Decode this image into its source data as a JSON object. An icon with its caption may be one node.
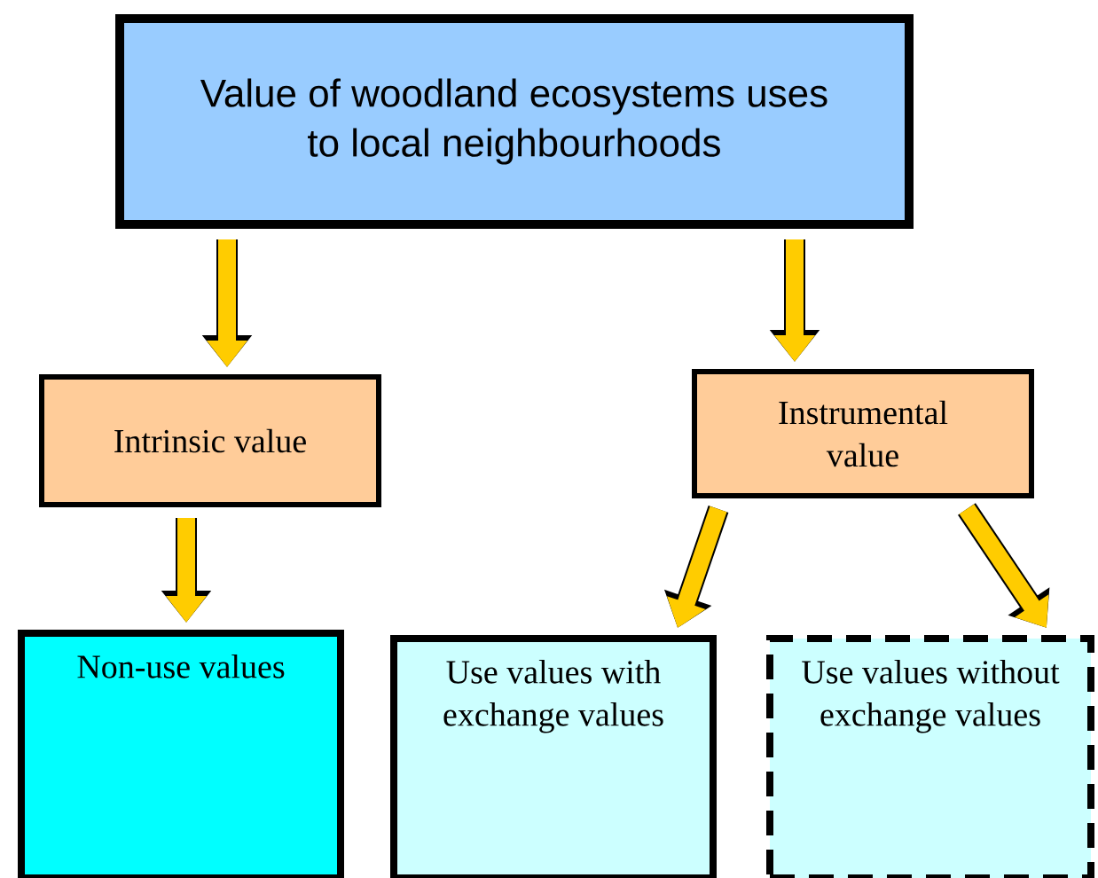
{
  "diagram": {
    "nodes": [
      {
        "text": [
          "Value of woodland ecosystems uses to local neighbourhoods"
        ]
      },
      {
        "text": [
          "Intrinsic value"
        ]
      },
      {
        "text": [
          "Instrumental value"
        ]
      },
      {
        "text": [
          "Non-use values"
        ]
      },
      {
        "text": [
          "Use values with exchange values"
        ]
      },
      {
        "text": [
          "Use values without exchange values"
        ]
      }
    ],
    "edges": [
      {
        "from": 0,
        "to": 1,
        "arrow": "to"
      },
      {
        "from": 0,
        "to": 2,
        "arrow": "to"
      },
      {
        "from": 1,
        "to": 3,
        "arrow": "to"
      },
      {
        "from": 2,
        "to": 4,
        "arrow": "to"
      },
      {
        "from": 2,
        "to": 5,
        "arrow": "to"
      }
    ]
  }
}
